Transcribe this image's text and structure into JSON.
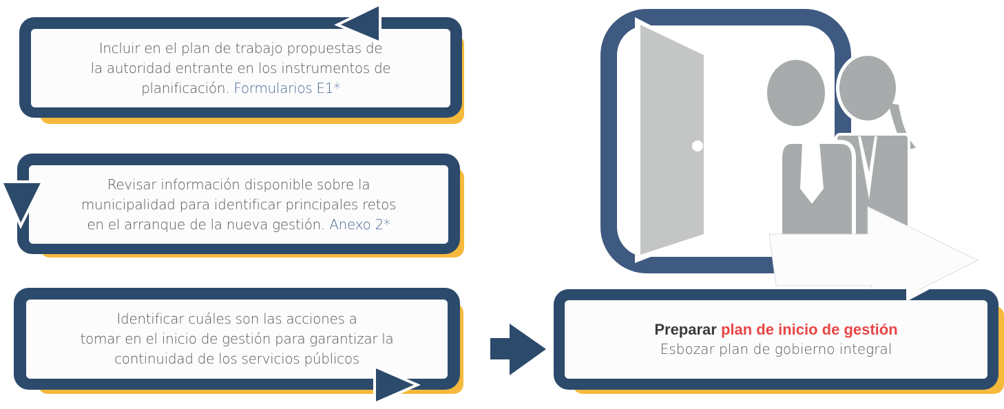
{
  "colors": {
    "frame": "#2c4a6b",
    "shadow": "#f5b93c",
    "accent": "#e84545",
    "link": "#4a6890",
    "icon_frame": "#3f5a80",
    "icon_gray": "#a7abab",
    "door_gray": "#c4c6c5"
  },
  "steps": [
    {
      "lines": [
        "Incluir en el plan de trabajo propuestas de",
        "la autoridad  entrante en los instrumentos  de"
      ],
      "last_line": "planificación.",
      "reference": "Formularios  E1*",
      "arrow": "arrow-left-icon"
    },
    {
      "lines": [
        "Revisar  información  disponible  sobre la",
        "municipalidad  para  identificar  principales  retos"
      ],
      "last_line": "en el arranque  de la nueva gestión.",
      "reference": "Anexo 2*",
      "arrow": "arrow-down-icon"
    },
    {
      "lines": [
        "Identificar  cuáles son las acciones a",
        "tomar en el inicio de gestión para garantizar  la"
      ],
      "last_line": "continuidad  de los servicios  públicos",
      "reference": "",
      "arrow": "arrow-right-icon"
    }
  ],
  "final": {
    "title_prefix": "Preparar",
    "title_highlight": "plan de inicio de gestión",
    "subtitle": "Esbozar plan de gobierno integral"
  },
  "illustration": {
    "icons": [
      "open-door-icon",
      "businessman-icon",
      "businesswoman-icon",
      "exit-arrow-icon"
    ]
  }
}
